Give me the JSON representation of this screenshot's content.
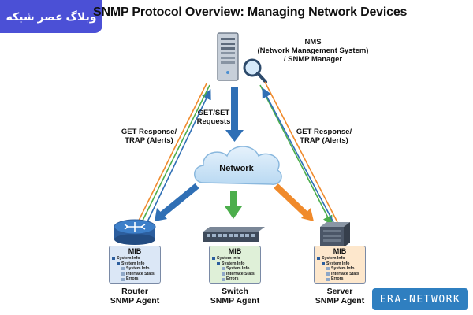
{
  "title": "SNMP Protocol Overview: Managing Network Devices",
  "brand_badge": "وبلاگ عصر شبکه",
  "watermark": "ERA-NETWORK",
  "nms": {
    "line1": "NMS",
    "line2": "(Network Management System)",
    "line3": "/ SNMP Manager"
  },
  "network_label": "Network",
  "arrow_labels": {
    "get_set_line1": "GET/SET",
    "get_set_line2": "Requests",
    "left_resp_line1": "GET Response/",
    "left_resp_line2": "TRAP (Alerts)",
    "right_resp_line1": "GET Response/",
    "right_resp_line2": "TRAP (Alerts)"
  },
  "mib": {
    "title": "MIB",
    "tree": [
      "System Info",
      "System Info",
      "System Info",
      "Interface Stats",
      "Errors"
    ]
  },
  "agents": [
    {
      "line1": "Router",
      "line2": "SNMP Agent"
    },
    {
      "line1": "Switch",
      "line2": "SNMP Agent"
    },
    {
      "line1": "Server",
      "line2": "SNMP Agent"
    }
  ],
  "colors": {
    "blue_arrow": "#2f6fb5",
    "green_arrow": "#4cae4c",
    "orange_arrow": "#f08a2b",
    "router_mib_bg": "#dbe7f6",
    "switch_mib_bg": "#dff0d8",
    "server_mib_bg": "#fde7cc"
  }
}
